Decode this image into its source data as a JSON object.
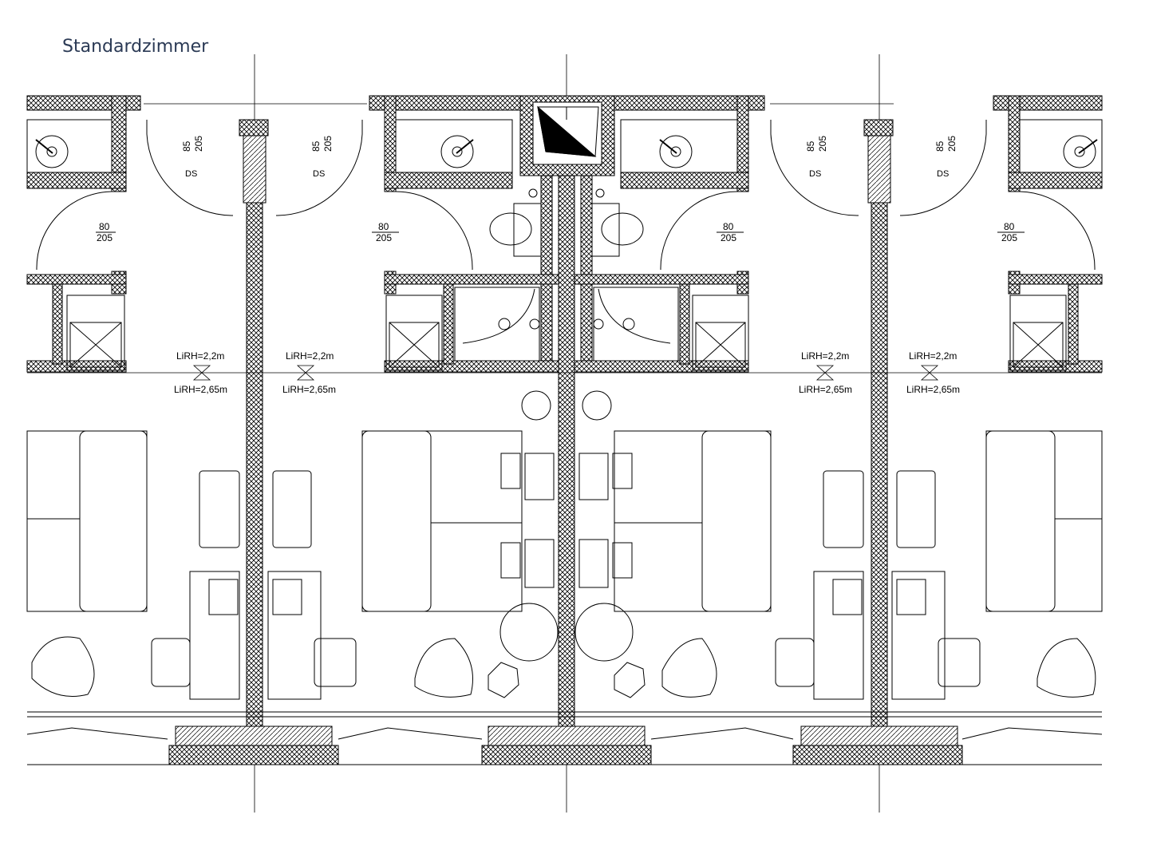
{
  "title": "Standardzimmer",
  "labels": {
    "door_bath_top": "85",
    "door_bath_bottom": "205",
    "shower_mark": "DS",
    "door_room_top": "80",
    "door_room_bottom": "205",
    "ceiling_low": "LiRH=2,2m",
    "ceiling_high": "LiRH=2,65m"
  }
}
